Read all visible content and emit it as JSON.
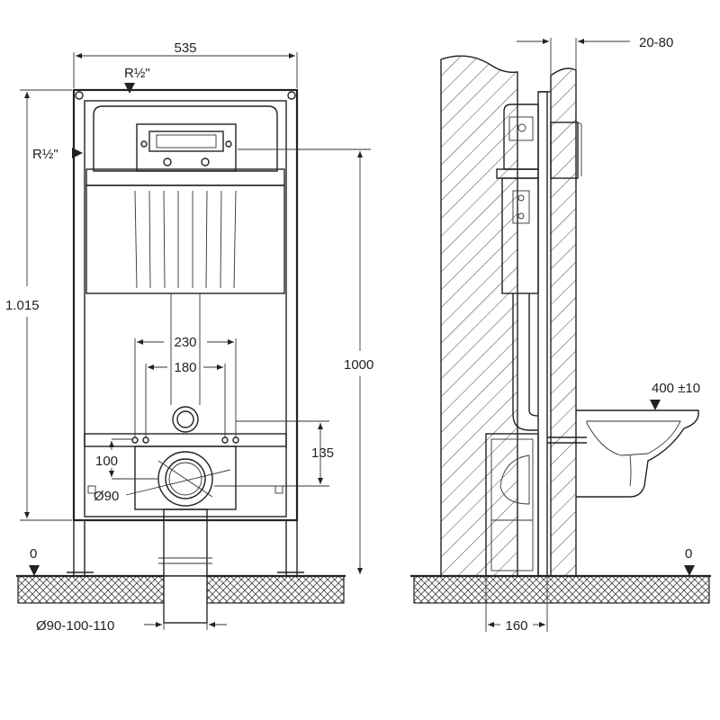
{
  "front_view": {
    "width_label": "535",
    "top_inlet_label": "R½\"",
    "side_inlet_label": "R½\"",
    "overall_height_label": "1.015",
    "tank_height_label": "1000",
    "bolt_spacing_outer_label": "230",
    "bolt_spacing_inner_label": "180",
    "bracket_height_label": "135",
    "bracket_offset_label": "100",
    "drain_diameter_label": "Ø90",
    "floor_zero_label": "0",
    "pipe_diameter_label": "Ø90-100-110"
  },
  "side_view": {
    "wall_thickness_label": "20-80",
    "bowl_height_label": "400 ±10",
    "floor_zero_label": "0",
    "frame_depth_label": "160"
  },
  "colors": {
    "line": "#222222",
    "hatch": "#444444",
    "background": "#ffffff"
  }
}
